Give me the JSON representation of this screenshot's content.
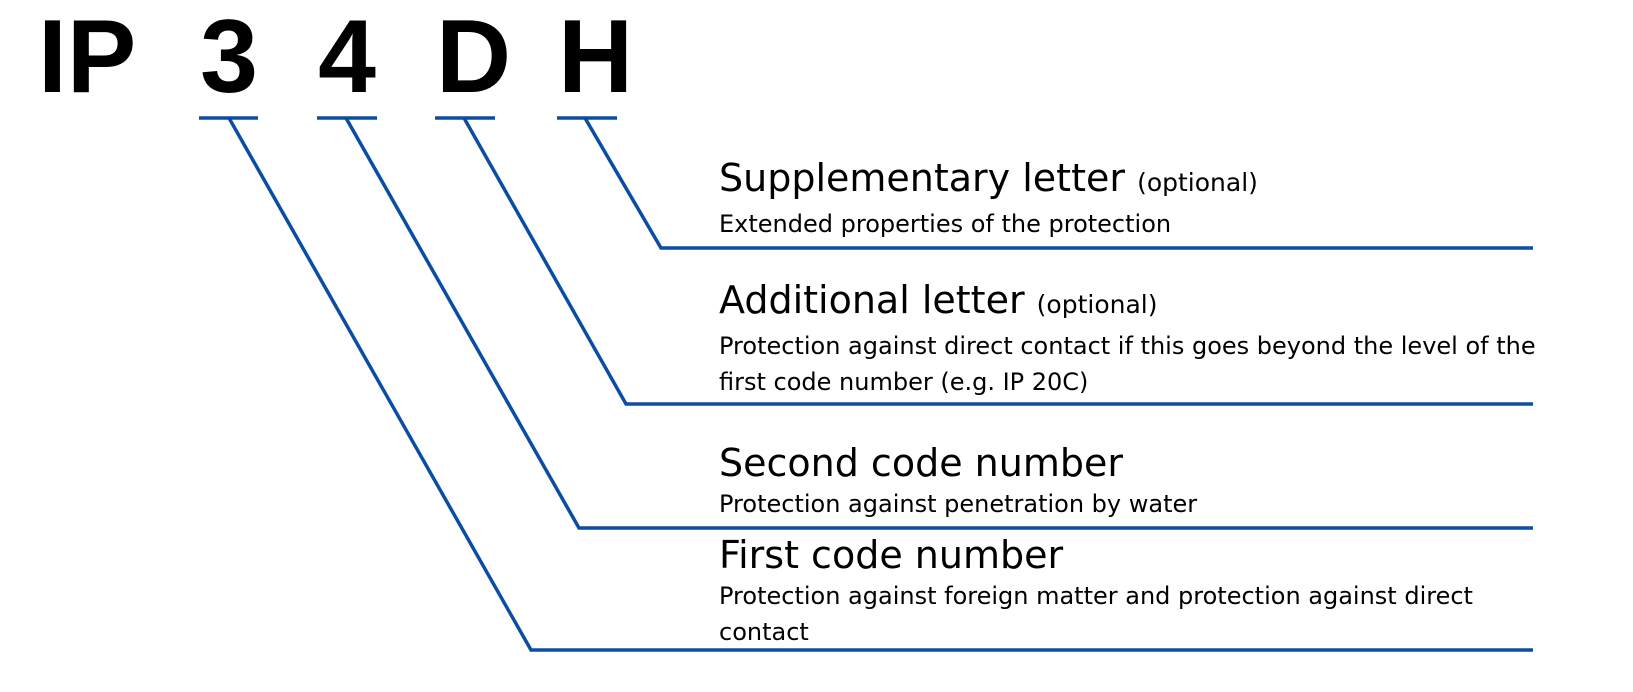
{
  "code": {
    "prefix": "IP",
    "digit_1": "3",
    "digit_2": "4",
    "letter_1": "D",
    "letter_2": "H"
  },
  "colors": {
    "line": "#0b4da2",
    "text": "#000000"
  },
  "descriptions": {
    "supplementary": {
      "title": "Supplementary letter",
      "optional": "(optional)",
      "text": "Extended properties of the protection"
    },
    "additional": {
      "title": "Additional letter",
      "optional": "(optional)",
      "text": "Protection against direct contact if this goes beyond the level of the first code number (e.g. IP 20C)"
    },
    "second": {
      "title": "Second code number",
      "text": "Protection against penetration by water"
    },
    "first": {
      "title": "First code number",
      "text": "Protection against foreign matter and protection against direct contact"
    }
  }
}
